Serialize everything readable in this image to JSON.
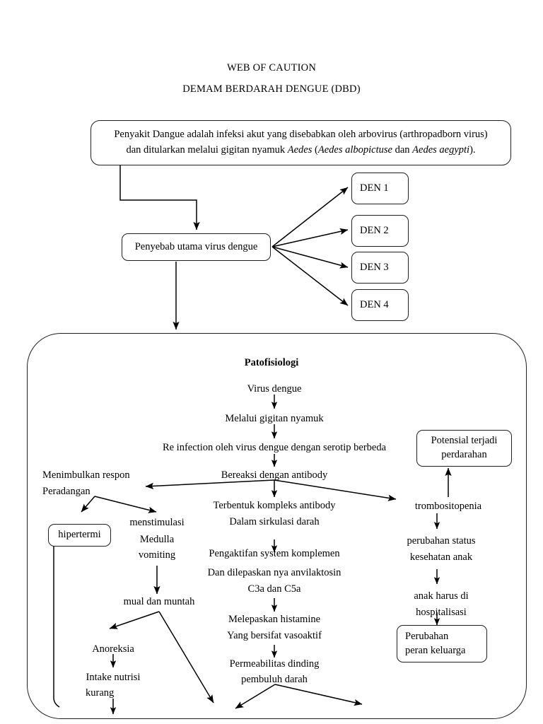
{
  "document": {
    "title_line1": "WEB OF CAUTION",
    "title_line2": "DEMAM BERDARAH DENGUE (DBD)"
  },
  "intro_box": {
    "name": "definition-box",
    "line1_a": "Penyakit Dangue adalah infeksi akut yang disebabkan oleh arbovirus (arthropadborn virus)",
    "line2_a": "dan ditularkan melalui gigitan nyamuk ",
    "line2_em1": "Aedes",
    "line2_b": " (",
    "line2_em2": "Aedes albopictuse",
    "line2_c": " dan ",
    "line2_em3": "Aedes aegypti",
    "line2_d": ")."
  },
  "cause": {
    "label": "Penyebab utama virus dengue"
  },
  "serotypes": [
    {
      "label": "DEN 1"
    },
    {
      "label": "DEN 2"
    },
    {
      "label": "DEN 3"
    },
    {
      "label": "DEN 4"
    }
  ],
  "patofisiologi": {
    "heading": "Patofisiologi",
    "center_chain": [
      {
        "id": "virus-dengue",
        "label": "Virus dengue"
      },
      {
        "id": "melalui-gigitan-nyamuk",
        "label": "Melalui gigitan nyamuk"
      },
      {
        "id": "re-infection",
        "label": "Re infection oleh virus dengue dengan serotip berbeda"
      },
      {
        "id": "bereaksi-dengan-antibody",
        "label": "Bereaksi dengan antibody"
      },
      {
        "id": "terbentuk-kompleks-antibody",
        "label": "Terbentuk kompleks antibody"
      },
      {
        "id": "dalam-sirkulasi-darah",
        "label": "Dalam sirkulasi darah"
      },
      {
        "id": "pengaktifan-system-komplemen",
        "label": "Pengaktifan system komplemen"
      },
      {
        "id": "dan-dilepaskan-nya-anvilaktosin",
        "label": "Dan dilepaskan nya anvilaktosin"
      },
      {
        "id": "c3a-dan-c5a",
        "label": "C3a dan C5a"
      },
      {
        "id": "melepaskan-histamine",
        "label": "Melepaskan histamine"
      },
      {
        "id": "yang-bersifat-vasoaktif",
        "label": "Yang bersifat vasoaktif"
      },
      {
        "id": "permeabilitas-dinding",
        "label": "Permeabilitas dinding"
      },
      {
        "id": "pembuluh-darah",
        "label": "pembuluh darah"
      }
    ],
    "left_branch": [
      {
        "id": "menimbulkan-respon",
        "label": "Menimbulkan respon"
      },
      {
        "id": "peradangan",
        "label": "Peradangan"
      },
      {
        "id": "hipertermi",
        "label": "hipertermi"
      },
      {
        "id": "menstimulasi",
        "label": "menstimulasi"
      },
      {
        "id": "medulla",
        "label": "Medulla"
      },
      {
        "id": "vomiting",
        "label": "vomiting"
      },
      {
        "id": "mual-dan-muntah",
        "label": "mual dan muntah"
      },
      {
        "id": "anoreksia",
        "label": "Anoreksia"
      },
      {
        "id": "intake-nutrisi",
        "label": "Intake nutrisi"
      },
      {
        "id": "kurang",
        "label": "kurang"
      }
    ],
    "right_branch": [
      {
        "id": "potensial-terjadi-perdarahan-l1",
        "label": "Potensial terjadi"
      },
      {
        "id": "potensial-terjadi-perdarahan-l2",
        "label": "perdarahan"
      },
      {
        "id": "trombositopenia",
        "label": "trombositopenia"
      },
      {
        "id": "perubahan-status",
        "label": "perubahan status"
      },
      {
        "id": "kesehatan-anak",
        "label": "kesehatan anak"
      },
      {
        "id": "anak-harus-di",
        "label": "anak harus di"
      },
      {
        "id": "hospitalisasi",
        "label": "hospitalisasi"
      },
      {
        "id": "perubahan-peran-keluarga-l1",
        "label": "Perubahan"
      },
      {
        "id": "perubahan-peran-keluarga-l2",
        "label": "peran keluarga"
      }
    ]
  },
  "colors": {
    "stroke": "#231f20",
    "text": "#000000",
    "background": "#ffffff"
  }
}
